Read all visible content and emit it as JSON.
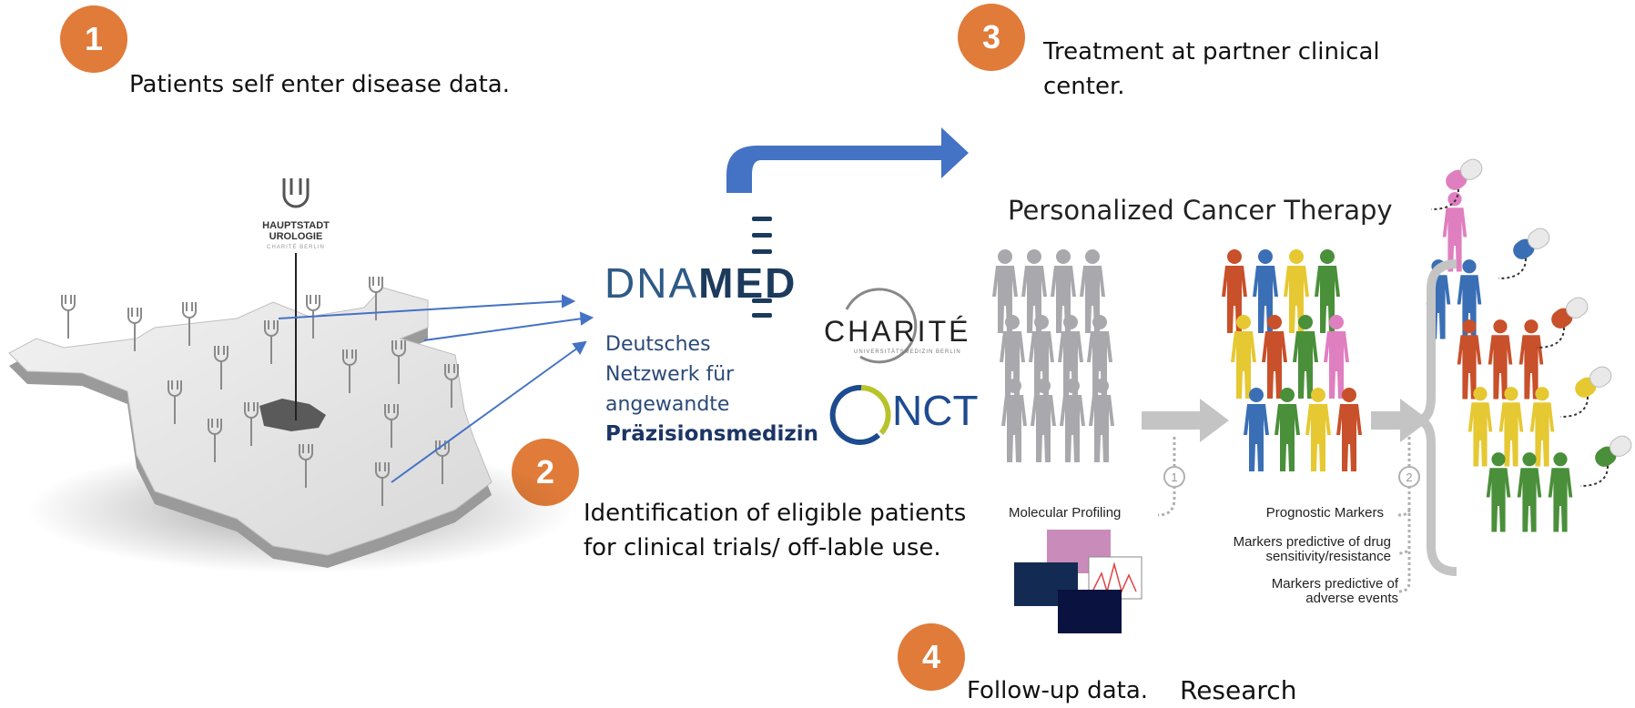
{
  "steps": [
    {
      "number": "1",
      "text": "Patients self enter disease data."
    },
    {
      "number": "2",
      "text_line1": "Identification of eligible patients",
      "text_line2": "for clinical trials/ off-lable use."
    },
    {
      "number": "3",
      "text_line1": "Treatment at partner clinical",
      "text_line2": "center."
    },
    {
      "number": "4",
      "text": "Follow-up data.",
      "text_extra": "Research"
    }
  ],
  "logos": {
    "hauptstadt_line1": "HAUPTSTADT",
    "hauptstadt_line2": "UROLOGIE",
    "hauptstadt_line3": "CHARITÉ BERLIN",
    "dnamed_dna": "DNA",
    "dnamed_med": "MED",
    "dnamed_line1": "Deutsches",
    "dnamed_line2": "Netzwerk für",
    "dnamed_line3": "angewandte",
    "dnamed_line4": "Präzisionsmedizin",
    "charite": "CHARITÉ",
    "charite_sub": "UNIVERSITÄTSMEDIZIN BERLIN",
    "nct": "NCT"
  },
  "therapy": {
    "title": "Personalized Cancer Therapy",
    "molecular_profiling": "Molecular Profiling",
    "prognostic_markers": "Prognostic Markers",
    "predictive_drug_l1": "Markers predictive of drug",
    "predictive_drug_l2": "sensitivity/resistance",
    "predictive_adverse_l1": "Markers predictive of",
    "predictive_adverse_l2": "adverse events",
    "marker_1": "1",
    "marker_2": "2"
  },
  "colors": {
    "badge": "#e07b39",
    "arrow_blue": "#4472c4",
    "grey_figure": "#a9a9ad",
    "red": "#c8502a",
    "blue": "#3a6fb5",
    "yellow": "#e6c832",
    "green": "#4a8f3a",
    "pink": "#e07fc0"
  }
}
